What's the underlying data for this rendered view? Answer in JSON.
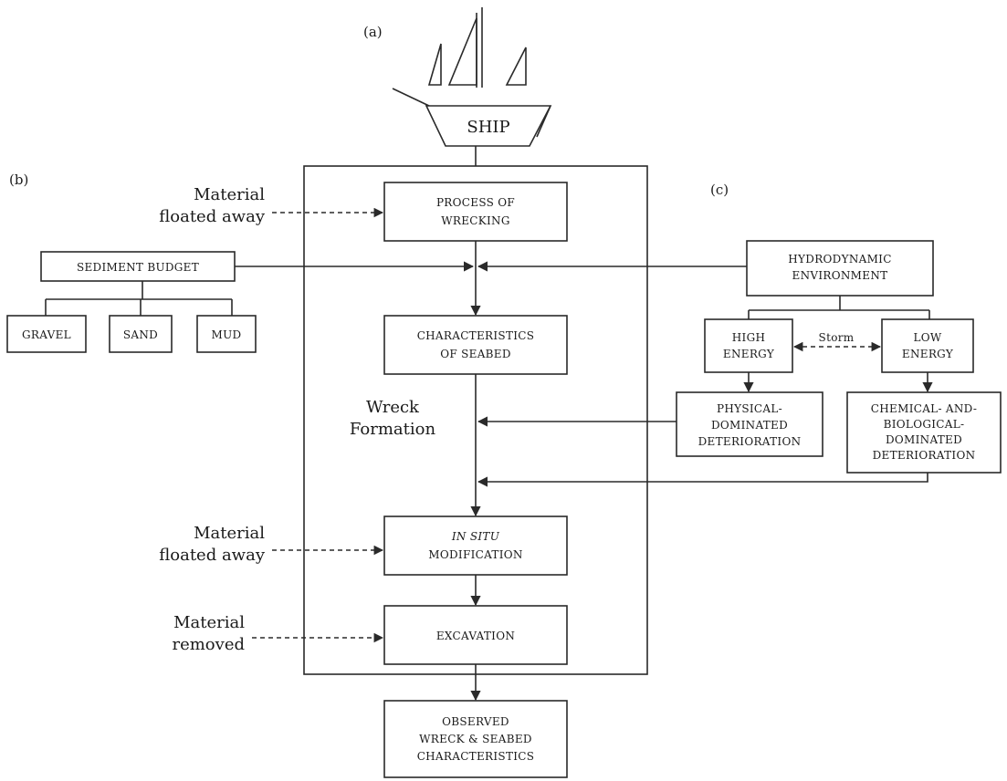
{
  "panel_labels": {
    "a": "(a)",
    "b": "(b)",
    "c": "(c)"
  },
  "ship": {
    "label": "SHIP"
  },
  "center_title": [
    "Wreck",
    "Formation"
  ],
  "boxes": {
    "process": [
      "PROCESS OF",
      "WRECKING"
    ],
    "seabed": [
      "CHARACTERISTICS",
      "OF SEABED"
    ],
    "insitu": [
      "IN SITU",
      "MODIFICATION"
    ],
    "excavation": [
      "EXCAVATION"
    ],
    "observed": [
      "OBSERVED",
      "WRECK & SEABED",
      "CHARACTERISTICS"
    ],
    "sediment": [
      "SEDIMENT BUDGET"
    ],
    "gravel": [
      "GRAVEL"
    ],
    "sand": [
      "SAND"
    ],
    "mud": [
      "MUD"
    ],
    "hydro": [
      "HYDRODYNAMIC",
      "ENVIRONMENT"
    ],
    "high": [
      "HIGH",
      "ENERGY"
    ],
    "low": [
      "LOW",
      "ENERGY"
    ],
    "physical": [
      "PHYSICAL-",
      "DOMINATED",
      "DETERIORATION"
    ],
    "chemical": [
      "CHEMICAL- AND-",
      "BIOLOGICAL-",
      "DOMINATED",
      "DETERIORATION"
    ]
  },
  "side_labels": {
    "floated1": [
      "Material",
      "floated away"
    ],
    "floated2": [
      "Material",
      "floated away"
    ],
    "removed": [
      "Material",
      "removed"
    ]
  },
  "storm_label": "Storm"
}
